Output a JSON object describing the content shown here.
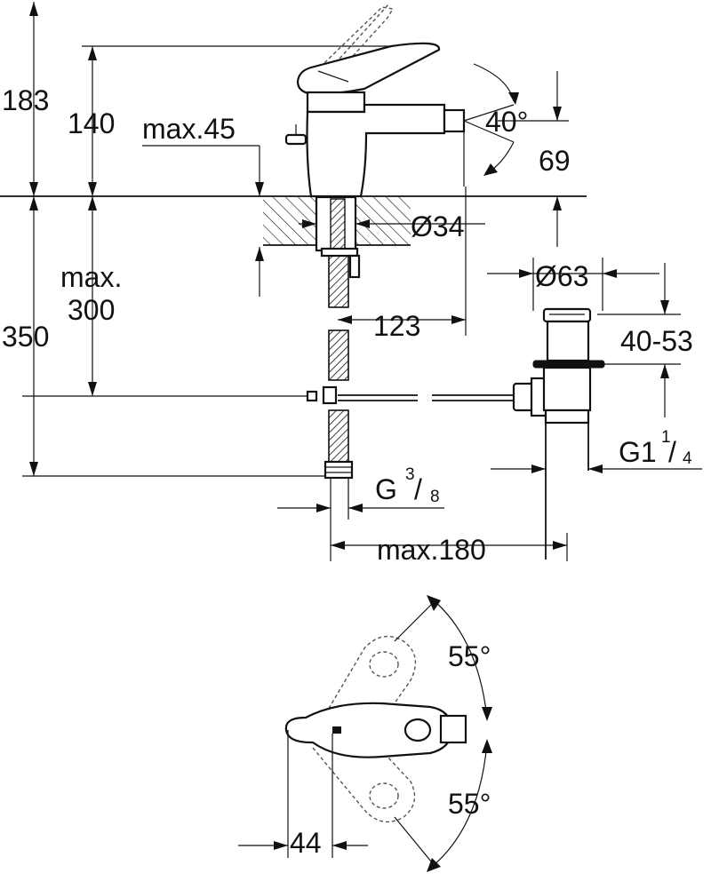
{
  "labels": {
    "h183": "183",
    "h140": "140",
    "max45": "max.45",
    "angle40": "40°",
    "h69": "69",
    "d34": "Ø34",
    "max_word": "max.",
    "h300": "300",
    "h350": "350",
    "d63": "Ø63",
    "w123": "123",
    "h40_53": "40-53",
    "g1_base": "G1",
    "g1_sup": "1",
    "g1_slash": "/",
    "g1_sub": "4",
    "g38_base": "G",
    "g38_sup": "3",
    "g38_slash": "/",
    "g38_sub": "8",
    "max180": "max.180",
    "angle55_top": "55°",
    "angle55_bottom": "55°",
    "w44": "44"
  },
  "colors": {
    "ink": "#111111",
    "background": "#ffffff"
  }
}
